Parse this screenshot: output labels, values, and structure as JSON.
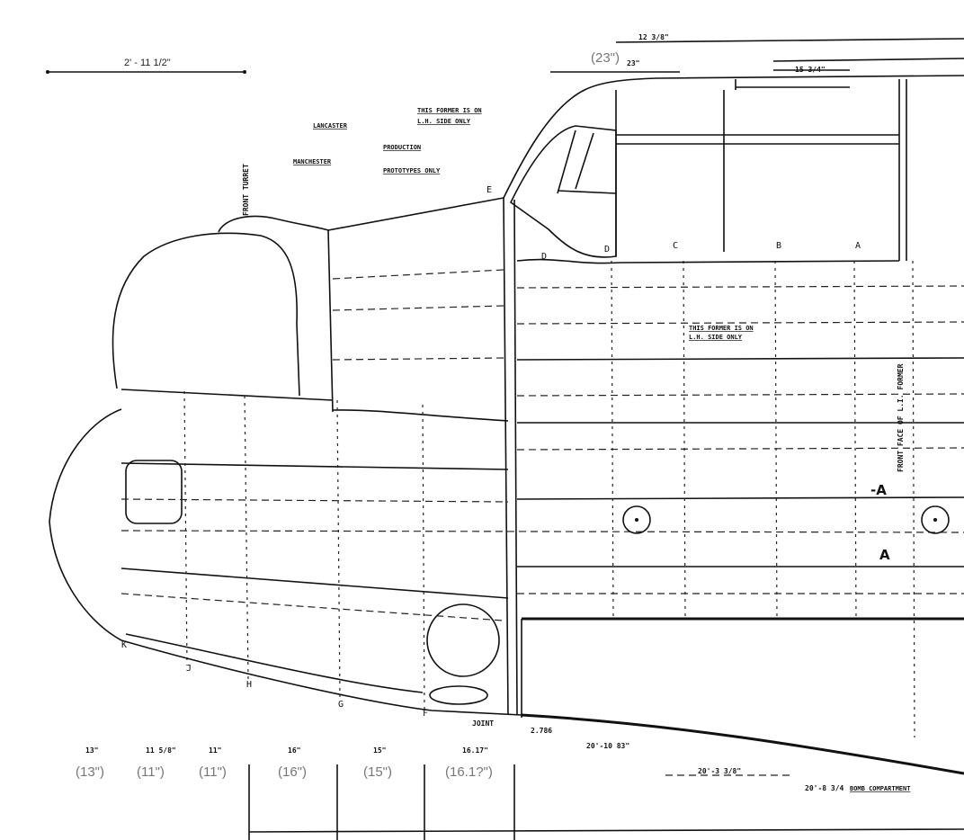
{
  "title_dimension": "2' - 11 1/2\"",
  "top_dims": {
    "canopy_annot": "(23\")",
    "canopy_dim": "23\"",
    "upper_dim": "12 3/8\"",
    "right_dim": "15 3/4\""
  },
  "notes": {
    "lancaster": "LANCASTER",
    "manchester": "MANCHESTER",
    "production": "PRODUCTION",
    "prototypes": "PROTOTYPES ONLY",
    "former_note_1a": "THIS FORMER IS ON",
    "former_note_1b": "L.H. SIDE ONLY",
    "former_note_2a": "THIS FORMER IS ON",
    "former_note_2b": "L.H. SIDE ONLY",
    "front_face": "FRONT FACE OF L.I. FORMER",
    "front_turret": "FRONT TURRET"
  },
  "station_letters": {
    "E": "E",
    "D1": "D",
    "D2": "D",
    "C": "C",
    "B": "B",
    "A": "A",
    "K": "K",
    "J": "J",
    "H": "H",
    "G": "G",
    "F": "F"
  },
  "section_marks": {
    "a1": "-A",
    "a2": "A"
  },
  "bottom_dims": [
    {
      "orig": "13\"",
      "annot": "(13\")"
    },
    {
      "orig": "11 5/8\"",
      "annot": "(11\")"
    },
    {
      "orig": "11\"",
      "annot": "(11\")"
    },
    {
      "orig": "16\"",
      "annot": "(16\")"
    },
    {
      "orig": "15\"",
      "annot": "(15\")"
    },
    {
      "orig": "16.17\"",
      "annot": "(16.1?\")"
    }
  ],
  "lower_notes": {
    "joint": "JOINT",
    "joint_dim": "2.786",
    "dim_1": "20'-10 83\"",
    "dim_2": "20'-3 3/8\"",
    "dim_3": "20'-8 3/4",
    "bomb": "BOMB COMPARTMENT"
  }
}
